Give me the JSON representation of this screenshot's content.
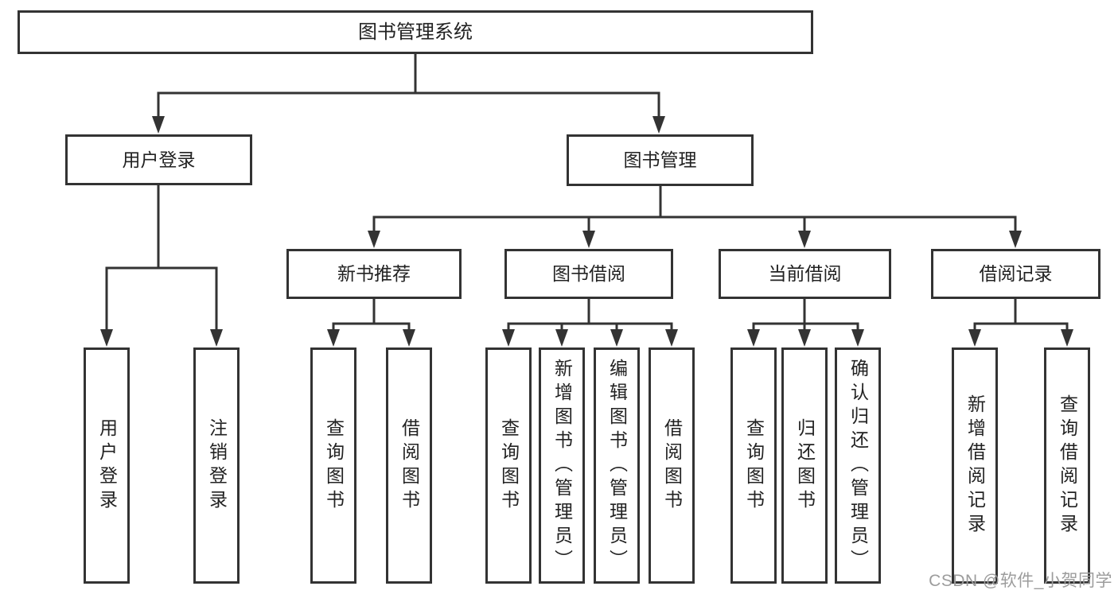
{
  "diagram_title": "图书管理系统",
  "tree": {
    "root": {
      "label": "图书管理系统"
    },
    "branches": [
      {
        "label": "用户登录",
        "children": [
          {
            "label": "用户登录"
          },
          {
            "label": "注销登录"
          }
        ]
      },
      {
        "label": "图书管理",
        "children": [
          {
            "label": "新书推荐",
            "children": [
              {
                "label": "查询图书"
              },
              {
                "label": "借阅图书"
              }
            ]
          },
          {
            "label": "图书借阅",
            "children": [
              {
                "label": "查询图书"
              },
              {
                "label": "新增图书（管理员）"
              },
              {
                "label": "编辑图书（管理员）"
              },
              {
                "label": "借阅图书"
              }
            ]
          },
          {
            "label": "当前借阅",
            "children": [
              {
                "label": "查询图书"
              },
              {
                "label": "归还图书"
              },
              {
                "label": "确认归还（管理员）"
              }
            ]
          },
          {
            "label": "借阅记录",
            "children": [
              {
                "label": "新增借阅记录"
              },
              {
                "label": "查询借阅记录"
              }
            ]
          }
        ]
      }
    ]
  },
  "watermark": {
    "text": "CSDN @软件_小贺同学"
  },
  "colors": {
    "line": "#333333",
    "box_border": "#333333",
    "box_fill": "#ffffff",
    "text": "#222222",
    "watermark": "#9c9c9c"
  }
}
